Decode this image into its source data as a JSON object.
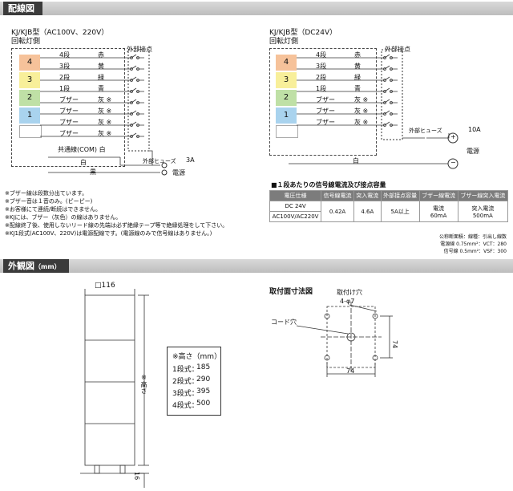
{
  "section1": {
    "title": "配線図"
  },
  "left_diagram": {
    "title_line1": "KJ/KJB型（AC100V、220V）",
    "title_line2": "回転灯側",
    "contact_label": "外部接点",
    "lamps": [
      {
        "num": "4",
        "color": "#f6c29a"
      },
      {
        "num": "3",
        "color": "#f8ef9a"
      },
      {
        "num": "2",
        "color": "#bfe0a6"
      },
      {
        "num": "1",
        "color": "#a9d3ee"
      }
    ],
    "rows": [
      {
        "label": "4段",
        "value": "赤"
      },
      {
        "label": "3段",
        "value": "黄"
      },
      {
        "label": "2段",
        "value": "緑"
      },
      {
        "label": "1段",
        "value": "青"
      },
      {
        "label": "ブザー",
        "value": "灰 ※"
      },
      {
        "label": "ブザー",
        "value": "灰 ※"
      },
      {
        "label": "ブザー",
        "value": "灰 ※"
      },
      {
        "label": "ブザー",
        "value": "灰 ※"
      }
    ],
    "common_label": "共通線(COM) 白",
    "fuse_label": "外部ヒューズ",
    "fuse_rating": "3A",
    "power_label": "電源",
    "white_label": "白",
    "black_label": "黒"
  },
  "right_diagram": {
    "title_line1": "KJ/KJB型（DC24V）",
    "title_line2": "回転灯側",
    "contact_label": "外部接点",
    "lamps": [
      {
        "num": "4",
        "color": "#f6c29a"
      },
      {
        "num": "3",
        "color": "#f8ef9a"
      },
      {
        "num": "2",
        "color": "#bfe0a6"
      },
      {
        "num": "1",
        "color": "#a9d3ee"
      }
    ],
    "rows": [
      {
        "label": "4段",
        "value": "赤"
      },
      {
        "label": "3段",
        "value": "黄"
      },
      {
        "label": "2段",
        "value": "緑"
      },
      {
        "label": "1段",
        "value": "青"
      },
      {
        "label": "ブザー",
        "value": "灰 ※"
      },
      {
        "label": "ブザー",
        "value": "灰 ※"
      },
      {
        "label": "ブザー",
        "value": "灰 ※"
      }
    ],
    "fuse_label": "外部ヒューズ",
    "fuse_rating": "10A",
    "power_label": "電源",
    "plus": "+",
    "minus": "−",
    "white_label": "白"
  },
  "notes": [
    "※ブザー線は段数分出ています。",
    "※ブザー音は１音のみ。(ピーピー)",
    "※お客様にて連続/断続はできません。",
    "※KJには、ブザー（灰色）の線はありません。",
    "※配線終了後、使用しないリード線の先端は必ず絶縁テープ等で絶縁処理をして下さい。",
    "※KJ1段式(AC100V、220V)は電源配線です。(電源線のみで信号線はありません。)"
  ],
  "spec_table": {
    "caption": "■１段あたりの信号線電流及び接点容量",
    "headers": [
      "電圧仕様",
      "信号線電流",
      "突入電流",
      "外部接点容量",
      "ブザー線電流",
      "ブザー線突入電流"
    ],
    "row1_voltage": "DC 24V",
    "row2_voltage": "AC100V/AC220V",
    "signal_current": "0.42A",
    "inrush_current": "4.6A",
    "contact_capacity": "5A以上",
    "buzzer_current": "電流\n60mA",
    "buzzer_current_a": "電流",
    "buzzer_current_b": "60mA",
    "buzzer_inrush_a": "突入電流",
    "buzzer_inrush_b": "500mA"
  },
  "cable_notes": [
    "公称断面積：線種：引出し線数",
    "電源線 0.75mm²：VCT：280",
    "信号線 0.5mm²：VSF：300"
  ],
  "section2": {
    "title": "外観図",
    "unit": "（mm）"
  },
  "dims": {
    "square": "□116",
    "height_mark": "※高さ",
    "bottom": "16",
    "height_title": "※高さ（mm）",
    "heights": [
      {
        "label": "1段式",
        "value": "185"
      },
      {
        "label": "2段式",
        "value": "290"
      },
      {
        "label": "3段式",
        "value": "395"
      },
      {
        "label": "4段式",
        "value": "500"
      }
    ]
  },
  "mounting": {
    "title": "取付面寸法図",
    "hole_label": "取付け穴",
    "hole_size": "4-φ7",
    "cord_label": "コード穴",
    "dim_h": "74",
    "dim_v": "74"
  }
}
